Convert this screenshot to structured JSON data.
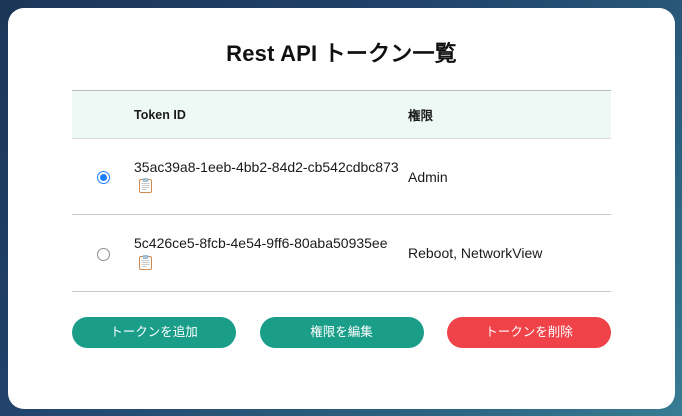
{
  "theme": {
    "accent_teal": "#1a9e8a",
    "accent_red": "#ef4349",
    "header_row_bg": "#eef9f5",
    "frame_gradient_start": "#1b3657",
    "frame_gradient_end": "#377c92",
    "radio_selected": "#1a7fff"
  },
  "page": {
    "title": "Rest API トークン一覧"
  },
  "table": {
    "columns": [
      {
        "key": "select",
        "label": ""
      },
      {
        "key": "token_id",
        "label": "Token ID"
      },
      {
        "key": "permission",
        "label": "権限"
      }
    ],
    "rows": [
      {
        "selected": true,
        "token_id": "35ac39a8-1eeb-4bb2-84d2-cb542cdbc873",
        "copy_icon": "clipboard-icon",
        "permission": "Admin"
      },
      {
        "selected": false,
        "token_id": "5c426ce5-8fcb-4e54-9ff6-80aba50935ee",
        "copy_icon": "clipboard-icon",
        "permission": "Reboot, NetworkView"
      }
    ]
  },
  "actions": {
    "add_token": "トークンを追加",
    "edit_permission": "権限を編集",
    "delete_token": "トークンを削除"
  }
}
